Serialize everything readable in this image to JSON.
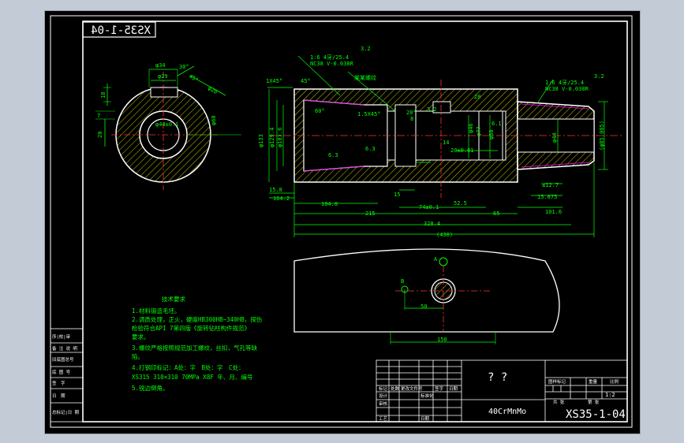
{
  "drawing": {
    "code_mirrored": "XS35-1-04",
    "drawing_number": "XS35-1-04",
    "material": "40CrMnMo",
    "title": "? ?",
    "scale": "1:2"
  },
  "technical_requirements": {
    "heading": "技术要求",
    "lines": [
      "1.材料锻造毛坯。",
      "2.调质处理，正火，硬度HB300HB~340HB，探伤",
      "  检验符合API 7第四版《旋转钻柱构件规范》",
      "  要求。",
      "3.螺纹严格按照规范加工螺纹，丝扣，气孔等缺",
      "  陷。",
      "4.打钢印标记：A处：字　B处：字　C处：",
      "  XS315 310×310 70MPa X8F 年、月、编号",
      "5.锐边倒角。"
    ]
  },
  "thread_callouts": {
    "left": "1:6 4牙/25.4",
    "left_spec": "NC38 V-0.038R",
    "right": "1:6 4牙/25.4",
    "right_spec": "NC38 V-0.038R",
    "left_roughness": "3.2",
    "right_roughness": "3.2"
  },
  "dimensions": {
    "d_34": "φ34",
    "d_29": "φ29",
    "ang_30": "30°",
    "ang_45": "45°",
    "d_20": "φ20",
    "d_18": "18",
    "d_7": "7",
    "d_20b": "20",
    "d_44": "φ44±0.1",
    "d_60": "φ60",
    "chamfer_top": "1X45°",
    "ang_45b": "45°",
    "ang_60": "60°",
    "chamfer_mid": "1.5X45°",
    "ang_20": "20°",
    "roughness_32": "3.2",
    "roughness_63": "6.3",
    "roughness_63b": "6.3",
    "d_8": "8",
    "d_28": "28",
    "d_133": "φ133",
    "d_129": "φ129.4",
    "d_103": "φ103.6",
    "d_77": "φ77",
    "d_68": "φ68",
    "d_46": "φ46",
    "d_44b": "φ44",
    "d_85": "(φ85.005)",
    "len_15_8": "15.8",
    "len_164": "164.2",
    "len_104": "104.8",
    "len_215": "215",
    "len_15": "15",
    "len_74": "74±0.1",
    "len_52": "52.5",
    "len_14": "14",
    "len_20": "20±0.01",
    "len_65": "65",
    "len_127": "≤12.7",
    "len_1587": "15.875",
    "len_1016": "101.6",
    "len_328": "328.4",
    "len_430": "(430)",
    "len_50": "50",
    "len_150": "150",
    "label_a": "A",
    "label_b": "B",
    "inner_mark": "某某螺纹",
    "mark_61": "6.1"
  },
  "title_block": {
    "left_rows": [
      "序|校|审",
      "备 注 说 明",
      "旧底图总号",
      "底 图 号",
      "签　字",
      "日　期",
      "总标记|日 期"
    ],
    "row1": [
      "标记",
      "处数",
      "更改文件号",
      "签字",
      "日期"
    ],
    "row2": [
      "设计",
      "",
      "标准化",
      "",
      ""
    ],
    "row3": [
      "审核",
      "",
      "",
      "",
      ""
    ],
    "row4": [
      "工艺",
      "",
      "日期",
      "",
      ""
    ],
    "right_header": [
      "图样标记",
      "重量",
      "比例"
    ],
    "right_footer": [
      "共 张",
      "第 张"
    ]
  },
  "colors": {
    "background": "#000000",
    "frame": "#ffffff",
    "part": "#ffffff",
    "dimension": "#00ff00",
    "hatch": "#ffff00",
    "center": "#ff3333",
    "aux": "#00ffff",
    "magenta": "#ff00ff"
  }
}
